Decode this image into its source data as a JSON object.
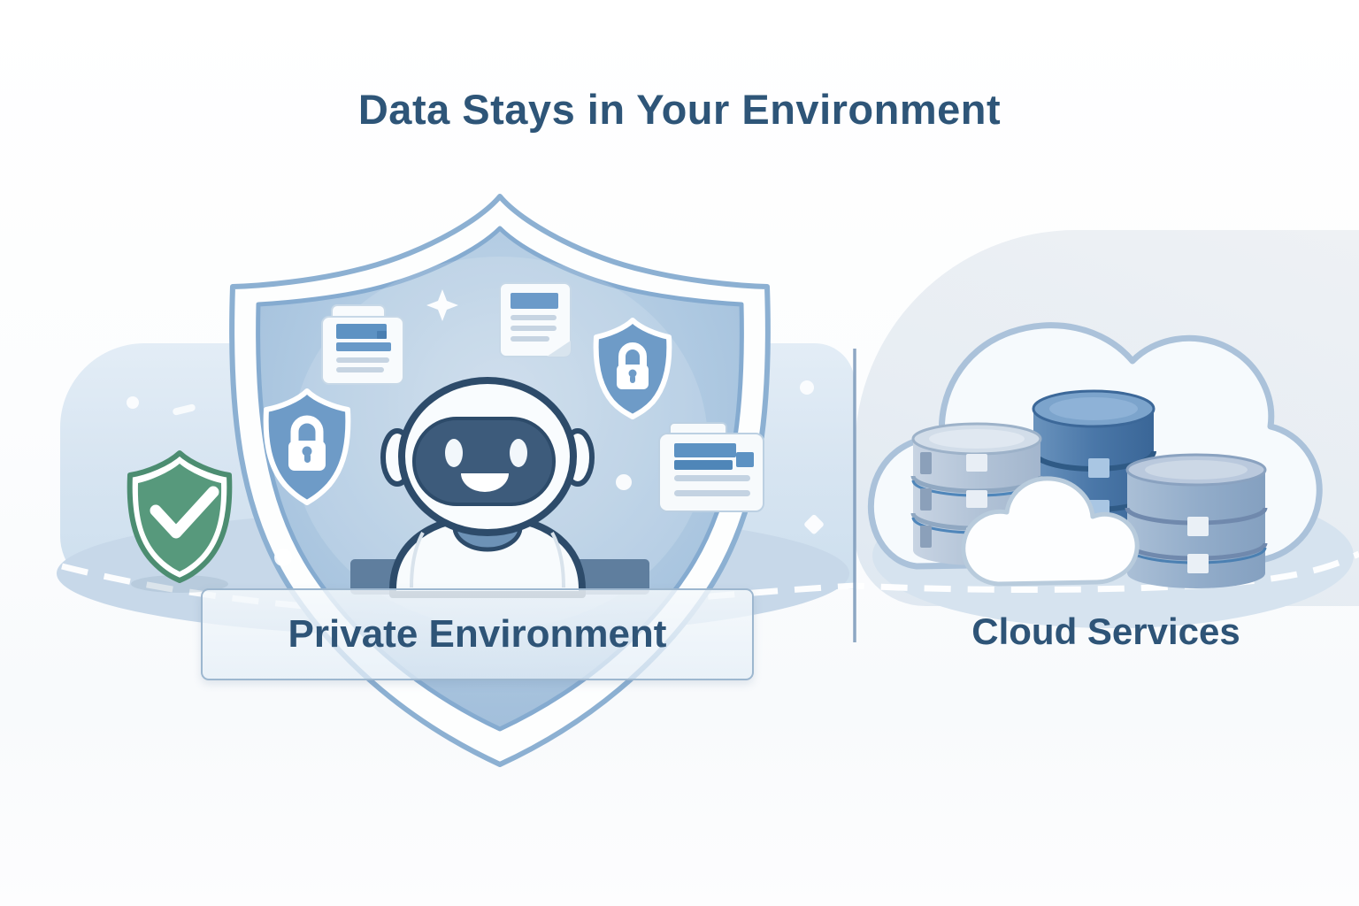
{
  "title": "Data Stays in Your Environment",
  "sections": {
    "private": {
      "label": "Private Environment",
      "icons": {
        "main": "shield-icon",
        "character": "robot-assistant-icon",
        "badges": [
          "padlock-shield-icon-small",
          "padlock-shield-icon-large",
          "green-check-shield-icon"
        ],
        "documents": [
          "folder-document-icon",
          "note-document-icon",
          "document-folder-icon"
        ],
        "decor": [
          "sparkle-icon",
          "dot-particle"
        ]
      }
    },
    "cloud": {
      "label": "Cloud Services",
      "icons": {
        "backdrop": "cloud-outline-icon",
        "databases": [
          "database-stack-light-icon",
          "database-stack-dark-icon",
          "database-stack-medium-icon"
        ],
        "front": "small-cloud-icon"
      }
    }
  },
  "colors": {
    "title_text": "#2e5578",
    "label_text": "#2e5477",
    "shield_fill": "#aec8e2",
    "shield_border": "#8bafd2",
    "lock_shield_fill": "#6e9bc7",
    "check_shield_green": "#549878",
    "robot_outline": "#2d4b6a",
    "robot_visor": "#3d5b7b",
    "database_dark": "#4a77a8",
    "database_light": "#b6c6da",
    "database_medium": "#93adca",
    "accent_blue": "#5d92c3",
    "background_blob": "#dde9f4",
    "divider_line": "#7b99ba"
  }
}
